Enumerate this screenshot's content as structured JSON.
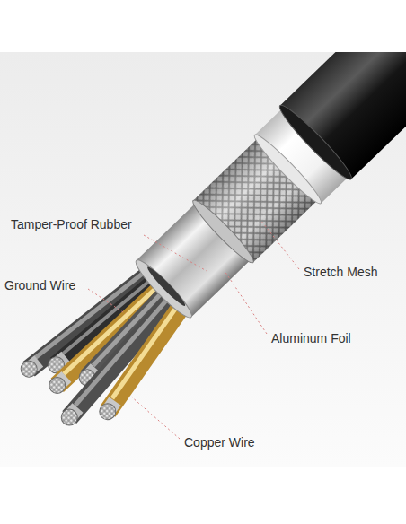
{
  "diagram": {
    "labels": [
      "Tamper-Proof Rubber",
      "Ground Wire",
      "Stretch Mesh",
      "Aluminum Foil",
      "Copper Wire"
    ]
  }
}
